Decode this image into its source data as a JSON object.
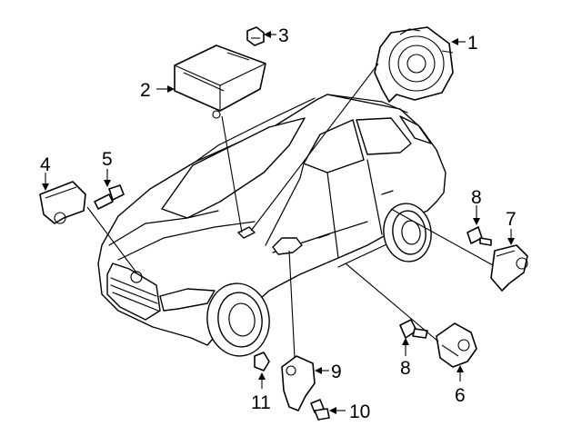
{
  "diagram": {
    "callouts": [
      {
        "id": "1",
        "text": "1"
      },
      {
        "id": "2",
        "text": "2"
      },
      {
        "id": "3",
        "text": "3"
      },
      {
        "id": "4",
        "text": "4"
      },
      {
        "id": "5",
        "text": "5"
      },
      {
        "id": "6",
        "text": "6"
      },
      {
        "id": "7",
        "text": "7"
      },
      {
        "id": "8a",
        "text": "8"
      },
      {
        "id": "8b",
        "text": "8"
      },
      {
        "id": "9",
        "text": "9"
      },
      {
        "id": "10",
        "text": "10"
      },
      {
        "id": "11",
        "text": "11"
      }
    ],
    "colors": {
      "line": "#000000",
      "background": "#ffffff"
    }
  }
}
